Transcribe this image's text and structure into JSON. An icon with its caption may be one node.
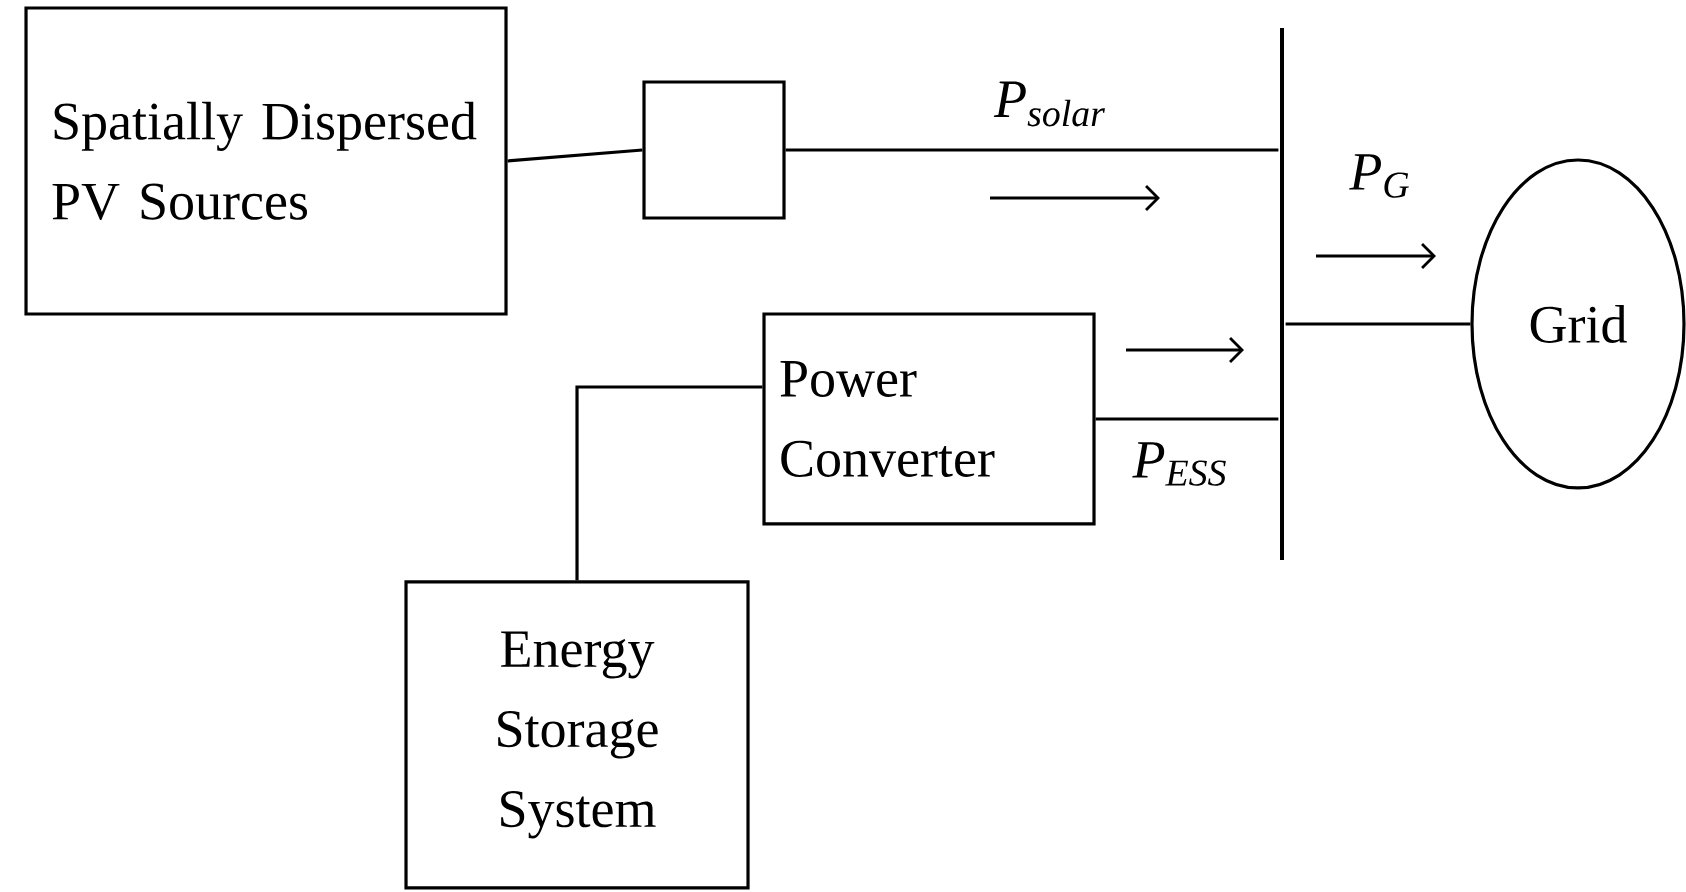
{
  "diagram": {
    "nodes": [
      {
        "text": [
          "Spatially Dispersed PV Sources"
        ]
      },
      {
        "text": [],
        "shape": "box"
      },
      {
        "text": [],
        "shape": "bar"
      },
      {
        "text": [
          "Power Converter"
        ]
      },
      {
        "text": [
          "Energy Storage System"
        ]
      },
      {
        "text": [
          "Grid"
        ]
      }
    ],
    "edges": [
      {
        "from": 0,
        "to": 1,
        "arrow": "none"
      },
      {
        "from": 1,
        "to": 2,
        "arrow": "none"
      },
      {
        "from": 3,
        "to": 2,
        "arrow": "none"
      },
      {
        "from": 4,
        "to": 3,
        "arrow": "none"
      },
      {
        "from": 2,
        "to": 5,
        "arrow": "none"
      }
    ],
    "labels": [
      "P$_{solar}$",
      "P$_{G}$",
      "P$_{ESS}$"
    ]
  }
}
